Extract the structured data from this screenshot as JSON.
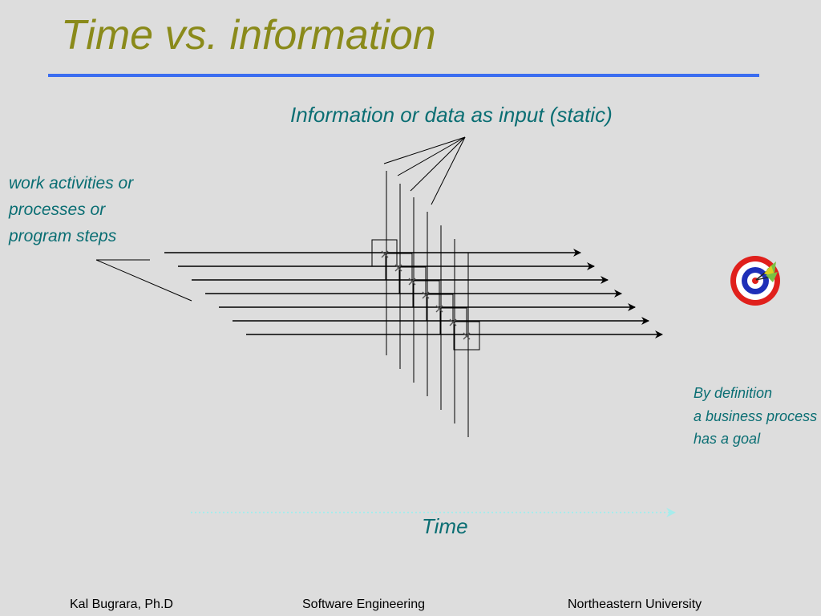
{
  "slide": {
    "title": "Time vs. information",
    "info_label": "Information or data as input (static)",
    "work_label_lines": [
      "work activities or",
      "processes or",
      "program steps"
    ],
    "goal_label_lines": [
      "By definition",
      "a business process",
      "has a goal"
    ],
    "time_label": "Time",
    "diagram": {
      "process_count": 7,
      "input_count": 7
    }
  },
  "footer": {
    "author": "Kal Bugrara, Ph.D",
    "course": "Software Engineering",
    "institution": "Northeastern University"
  },
  "colors": {
    "background": "#dddddd",
    "title": "#8a8a1a",
    "rule": "#3b6df0",
    "label_text": "#0a6e73",
    "time_arrow": "#a6ecec",
    "target_red": "#e0201c",
    "target_blue": "#1e2fb8"
  },
  "icons": {
    "goal": "dartboard-target-icon",
    "time": "dotted-arrow-right-icon"
  }
}
